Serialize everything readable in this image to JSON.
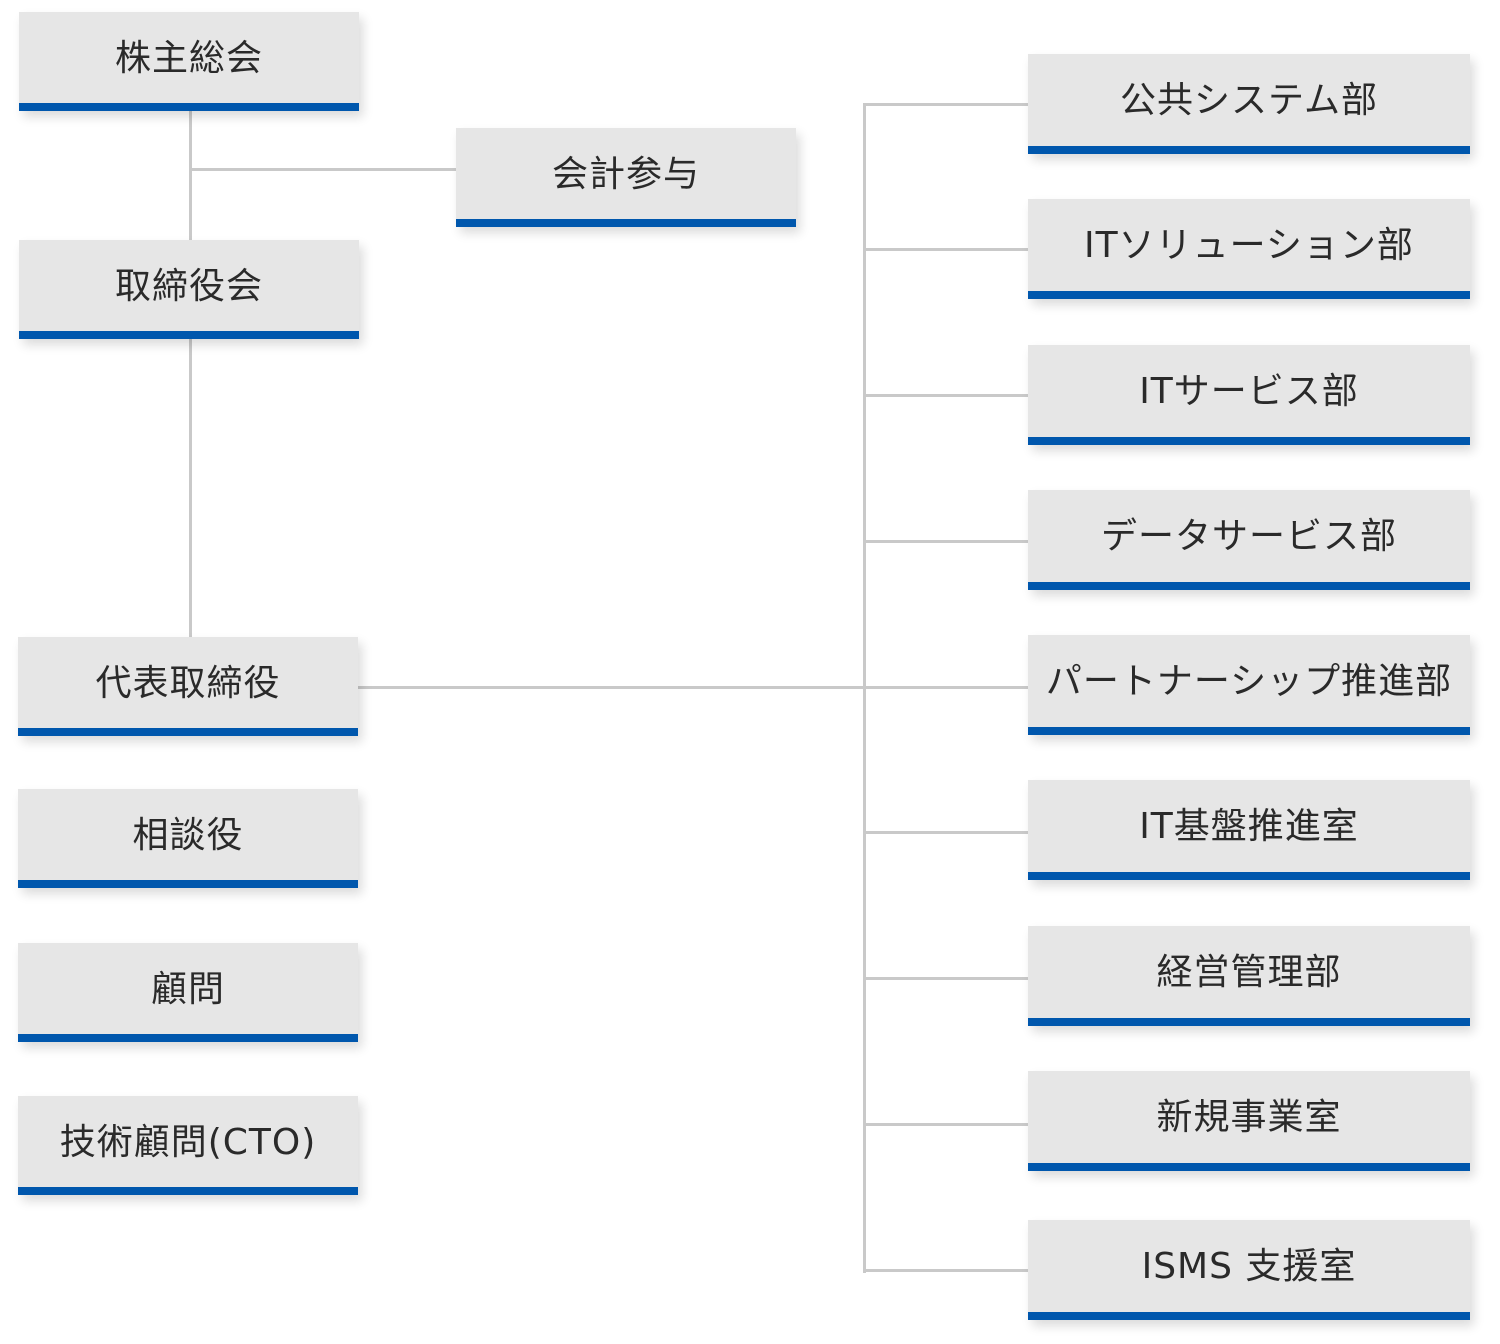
{
  "colors": {
    "box_fill": "#e6e6e6",
    "accent_bar": "#0057ad",
    "connector": "#c9c9c9",
    "text": "#2a2a2a"
  },
  "left": {
    "shareholders": "株主総会",
    "auditor": "会計参与",
    "board": "取締役会",
    "ceo": "代表取締役",
    "senior_advisor": "相談役",
    "advisor": "顧問",
    "tech_advisor": "技術顧問(CTO)"
  },
  "departments": [
    "公共システム部",
    "ITソリューション部",
    "ITサービス部",
    "データサービス部",
    "パートナーシップ推進部",
    "IT基盤推進室",
    "経営管理部",
    "新規事業室",
    "ISMS 支援室"
  ]
}
